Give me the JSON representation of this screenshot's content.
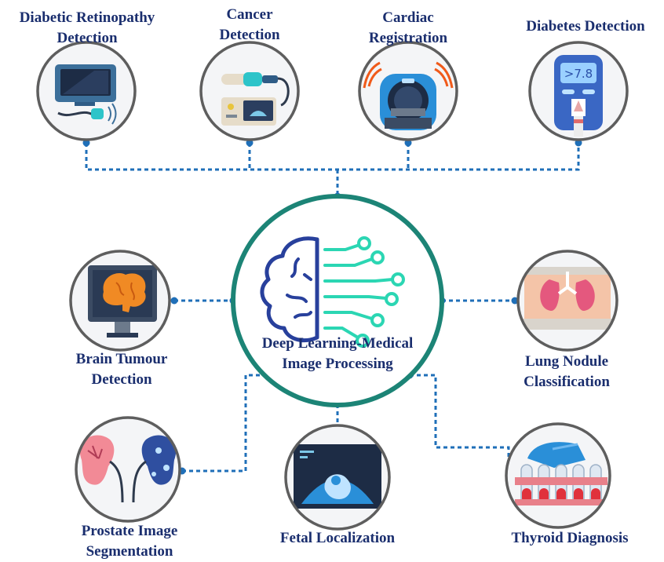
{
  "center": {
    "line1": "Deep Learning-Medical",
    "line2": "Image Processing",
    "icon": "brain-network-icon"
  },
  "nodes": [
    {
      "id": "diabetic-retinopathy",
      "line1": "Diabetic Retinopathy",
      "line2": "Detection",
      "icon": "ultrasound-monitor-icon"
    },
    {
      "id": "cancer",
      "line1": "Cancer",
      "line2": "Detection",
      "icon": "scanner-device-icon"
    },
    {
      "id": "cardiac",
      "line1": "Cardiac",
      "line2": "Registration",
      "icon": "mri-scanner-icon"
    },
    {
      "id": "diabetes",
      "line1": "Diabetes Detection",
      "line2": "",
      "icon": "glucose-meter-icon",
      "reading": ">7.8"
    },
    {
      "id": "brain-tumour",
      "line1": "Brain Tumour",
      "line2": "Detection",
      "icon": "brain-monitor-icon"
    },
    {
      "id": "lung-nodule",
      "line1": "Lung Nodule",
      "line2": "Classification",
      "icon": "lungs-xray-icon"
    },
    {
      "id": "prostate",
      "line1": "Prostate Image",
      "line2": "Segmentation",
      "icon": "kidneys-icon"
    },
    {
      "id": "fetal",
      "line1": "Fetal Localization",
      "line2": "",
      "icon": "fetal-ultrasound-icon"
    },
    {
      "id": "thyroid",
      "line1": "Thyroid Diagnosis",
      "line2": "",
      "icon": "test-tubes-icon"
    }
  ],
  "colors": {
    "text": "#1a2e6e",
    "connector": "#1f6fb8",
    "center_ring": "#1c8476",
    "node_ring": "#5e5e5e"
  }
}
